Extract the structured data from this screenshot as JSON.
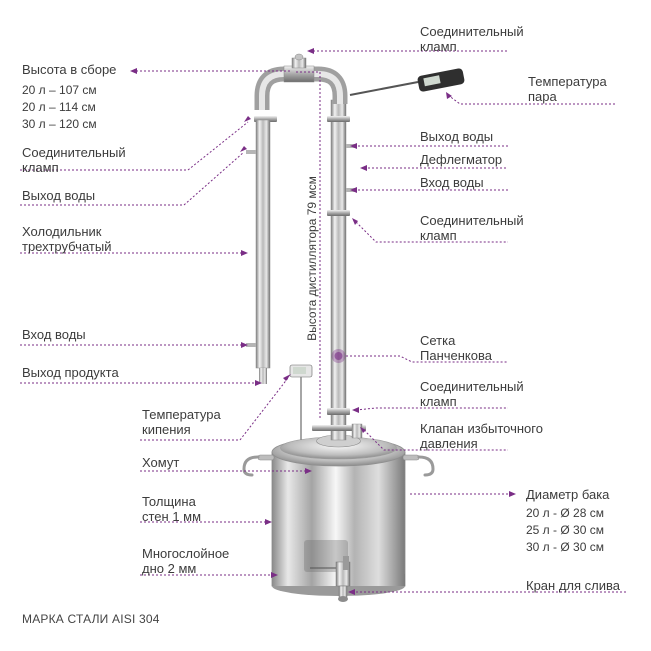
{
  "accent_color": "#7a2e86",
  "labels": {
    "height_assembled": {
      "title": "Высота в сборе",
      "lines": [
        "20 л – 107 см",
        "20 л – 114 см",
        "30 л – 120 см"
      ]
    },
    "clamp_top": [
      "Соединительный",
      "кламп"
    ],
    "clamp_left": [
      "Соединительный",
      "кламп"
    ],
    "water_out_left": "Выход воды",
    "cooler": [
      "Холодильник",
      "трехтрубчатый"
    ],
    "water_in_left": "Вход воды",
    "product_out": "Выход продукта",
    "boil_temp": [
      "Температура",
      "кипения"
    ],
    "clamp_ring": "Хомут",
    "wall": [
      "Толщина",
      "стен 1 мм"
    ],
    "bottom": [
      "Многослойное",
      "дно 2 мм"
    ],
    "vapor_temp": [
      "Температура",
      "пара"
    ],
    "water_out_right": "Выход воды",
    "dephlegmator": "Дефлегматор",
    "water_in_right": "Вход воды",
    "clamp_right_mid": [
      "Соединительный",
      "кламп"
    ],
    "panchenkov": [
      "Сетка",
      "Панченкова"
    ],
    "clamp_right_low": [
      "Соединительный",
      "кламп"
    ],
    "valve": [
      "Клапан избыточного",
      "давления"
    ],
    "tank_diameter": {
      "title": "Диаметр бака",
      "lines": [
        "20 л - Ø 28 см",
        "25 л - Ø 30 см",
        "30 л - Ø 30 см"
      ]
    },
    "drain": "Кран для слива",
    "column_height": "Высота дистиллятора 79 мсм"
  },
  "footer": "МАРКА СТАЛИ AISI 304"
}
